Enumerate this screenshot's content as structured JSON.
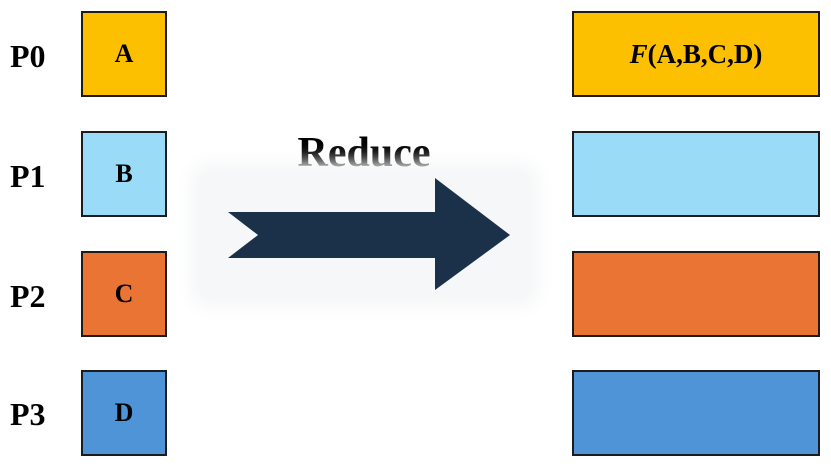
{
  "processes": [
    {
      "label": "P0",
      "input": "A",
      "color": "#FDC000"
    },
    {
      "label": "P1",
      "input": "B",
      "color": "#9ADCF7"
    },
    {
      "label": "P2",
      "input": "C",
      "color": "#EA7433"
    },
    {
      "label": "P3",
      "input": "D",
      "color": "#4E94D7"
    }
  ],
  "operation": {
    "label": "Reduce",
    "arrow_color": "#1B3149"
  },
  "result": {
    "function": "F",
    "args": "(A,B,C,D)"
  }
}
